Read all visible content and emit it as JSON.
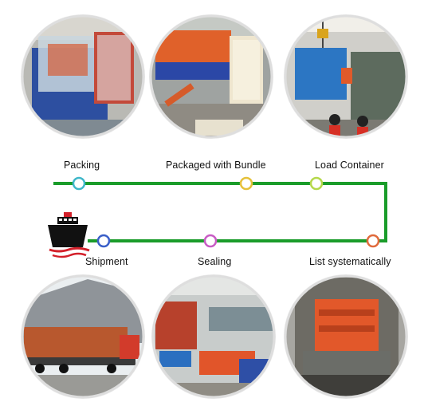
{
  "steps": [
    {
      "label": "Packing"
    },
    {
      "label": "Packaged with Bundle"
    },
    {
      "label": "Load Container"
    },
    {
      "label": "List systematically"
    },
    {
      "label": "Sealing"
    },
    {
      "label": "Shipment"
    }
  ],
  "photos": [
    {
      "name": "photo-packing",
      "desc": "machine wrapped in plastic film"
    },
    {
      "name": "photo-bundle",
      "desc": "roll forming machine with packaged bundle"
    },
    {
      "name": "photo-load-container",
      "desc": "crane loading blue machine into container"
    },
    {
      "name": "photo-shipment",
      "desc": "truck carrying shipping container"
    },
    {
      "name": "photo-sealing",
      "desc": "workshop with containers and machines"
    },
    {
      "name": "photo-list-systematically",
      "desc": "orange machine arranged inside container"
    }
  ],
  "colors": {
    "line": "#1a9c2a",
    "node_fill": "#ffffff",
    "node_packing": "#3fb7c9",
    "node_bundle": "#e5c13a",
    "node_load": "#b5d84a",
    "node_list": "#e06a3c",
    "node_sealing": "#c85bc4",
    "node_shipment": "#3a5fc8",
    "circle_border": "#e2e2e2",
    "ship_hull": "#111111",
    "ship_accent": "#d3202a"
  },
  "icons": {
    "ship": "ship-icon"
  }
}
